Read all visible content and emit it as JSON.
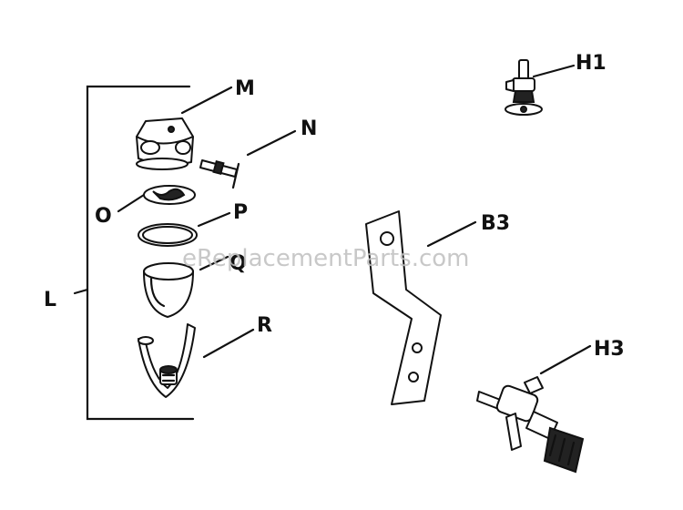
{
  "watermark": "eReplacementParts.com",
  "labels": {
    "L": "L",
    "M": "M",
    "N": "N",
    "O": "O",
    "P": "P",
    "Q": "Q",
    "R": "R",
    "B3": "B3",
    "H1": "H1",
    "H3": "H3"
  },
  "colors": {
    "ink": "#111111",
    "paper": "#ffffff",
    "watermark": "#bfbfbf"
  }
}
